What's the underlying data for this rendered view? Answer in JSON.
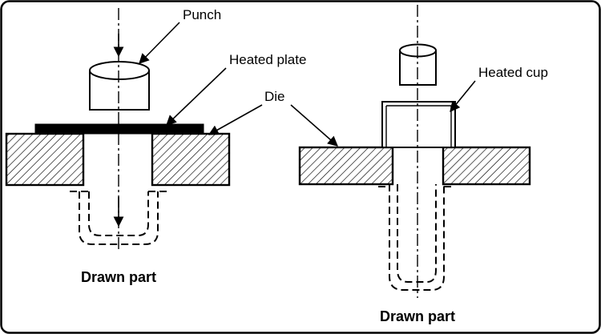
{
  "diagram": {
    "colors": {
      "ink": "#000000",
      "background": "#ffffff"
    },
    "labels": {
      "punch": "Punch",
      "heated_plate": "Heated plate",
      "die": "Die",
      "heated_cup": "Heated cup",
      "drawn_part_left": "Drawn part",
      "drawn_part_right": "Drawn part"
    }
  }
}
